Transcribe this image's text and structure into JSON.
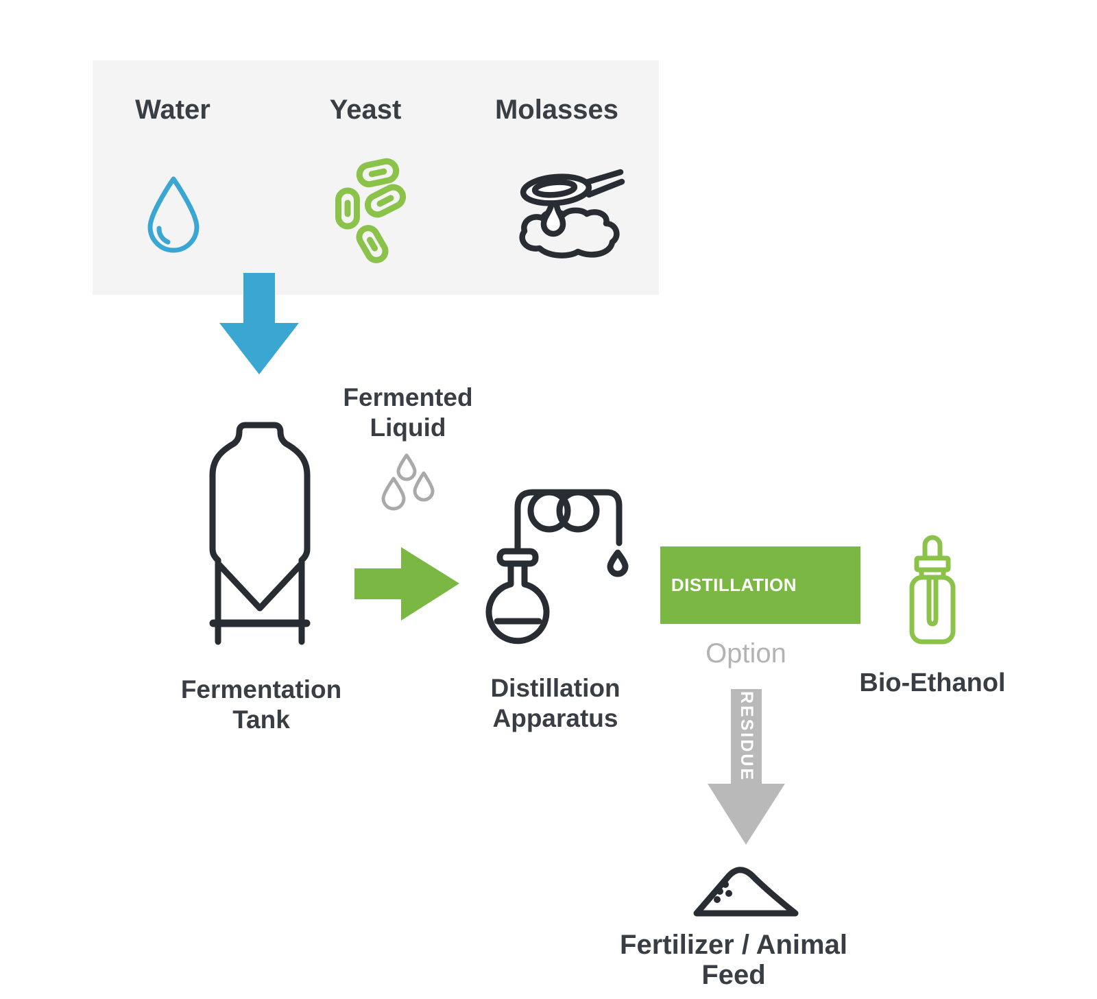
{
  "inputs_panel": {
    "items": [
      {
        "label": "Water",
        "icon": "water-drop-icon"
      },
      {
        "label": "Yeast",
        "icon": "yeast-cells-icon"
      },
      {
        "label": "Molasses",
        "icon": "molasses-spoon-icon"
      }
    ]
  },
  "flow": {
    "fermentation_tank": {
      "line1": "Fermentation",
      "line2": "Tank"
    },
    "fermented_liquid": {
      "line1": "Fermented",
      "line2": "Liquid"
    },
    "distillation_apparatus": {
      "line1": "Distillation",
      "line2": "Apparatus"
    },
    "bio_ethanol": {
      "label": "Bio-Ethanol"
    },
    "fertilizer_feed": {
      "label": "Fertilizer / Animal Feed"
    }
  },
  "arrows": {
    "distillation_label": "DISTILLATION",
    "residue_label": "RESIDUE",
    "option_label": "Option"
  },
  "colors": {
    "panel_bg": "#f4f4f4",
    "icon_dark": "#282d33",
    "label_text": "#383e44",
    "blue_arrow": "#3aa7d3",
    "green_arrow": "#7bb843",
    "green_icon": "#8bc34a",
    "gray_arrow": "#b9b9b9",
    "gray_text": "#b3b3b3",
    "gray_droplets": "#a9a9a9"
  }
}
